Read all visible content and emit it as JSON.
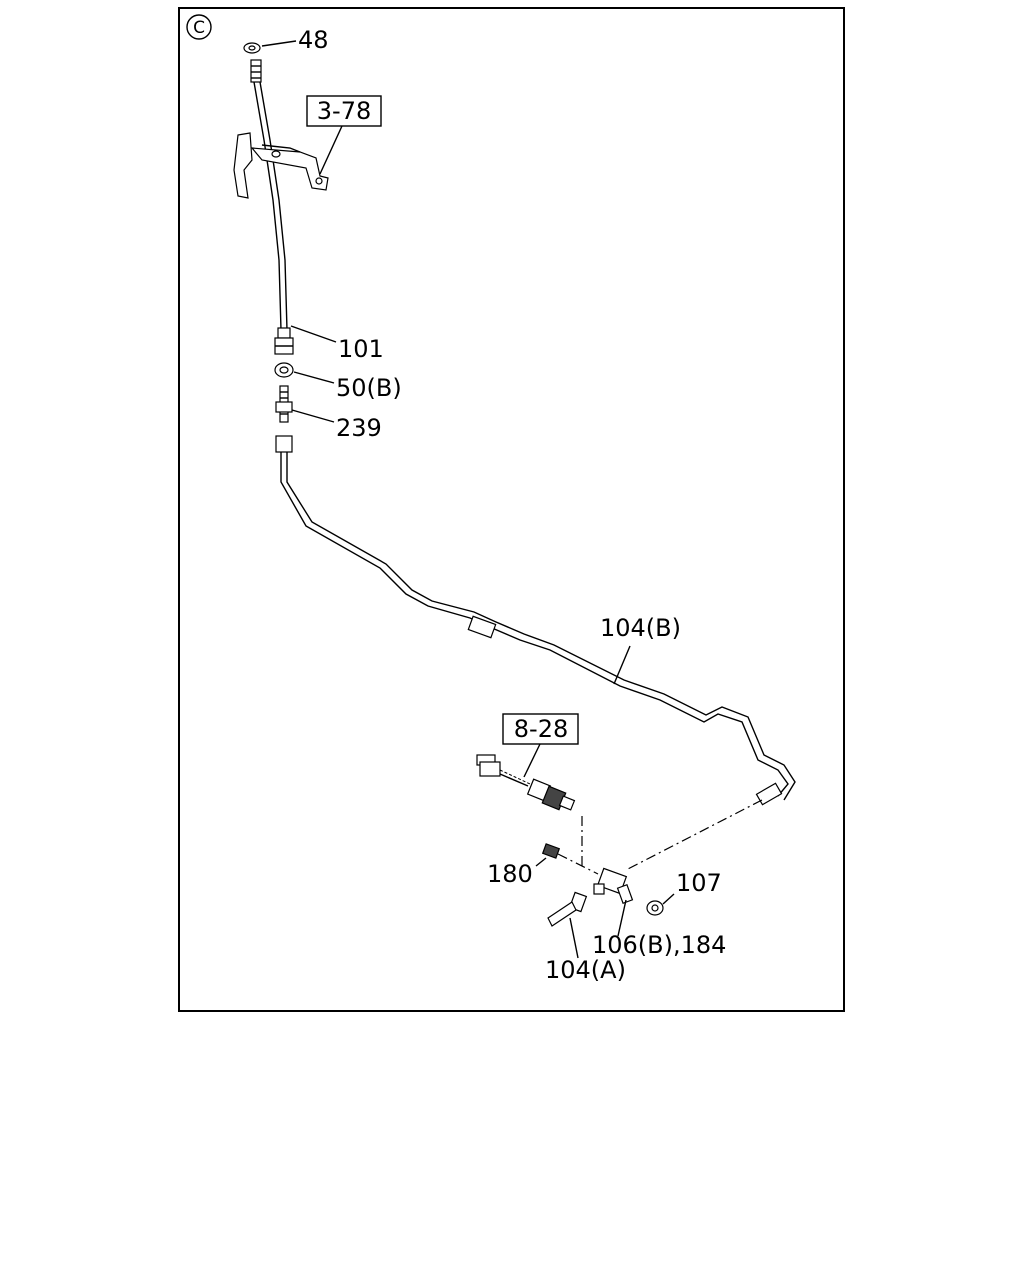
{
  "corner_mark": "C",
  "references": {
    "ref_3_78": "3-78",
    "ref_8_28": "8-28"
  },
  "labels": {
    "p48": "48",
    "p101": "101",
    "p50b": "50(B)",
    "p239": "239",
    "p104b": "104(B)",
    "p180": "180",
    "p107": "107",
    "p106b_184": "106(B),184",
    "p104a": "104(A)"
  }
}
